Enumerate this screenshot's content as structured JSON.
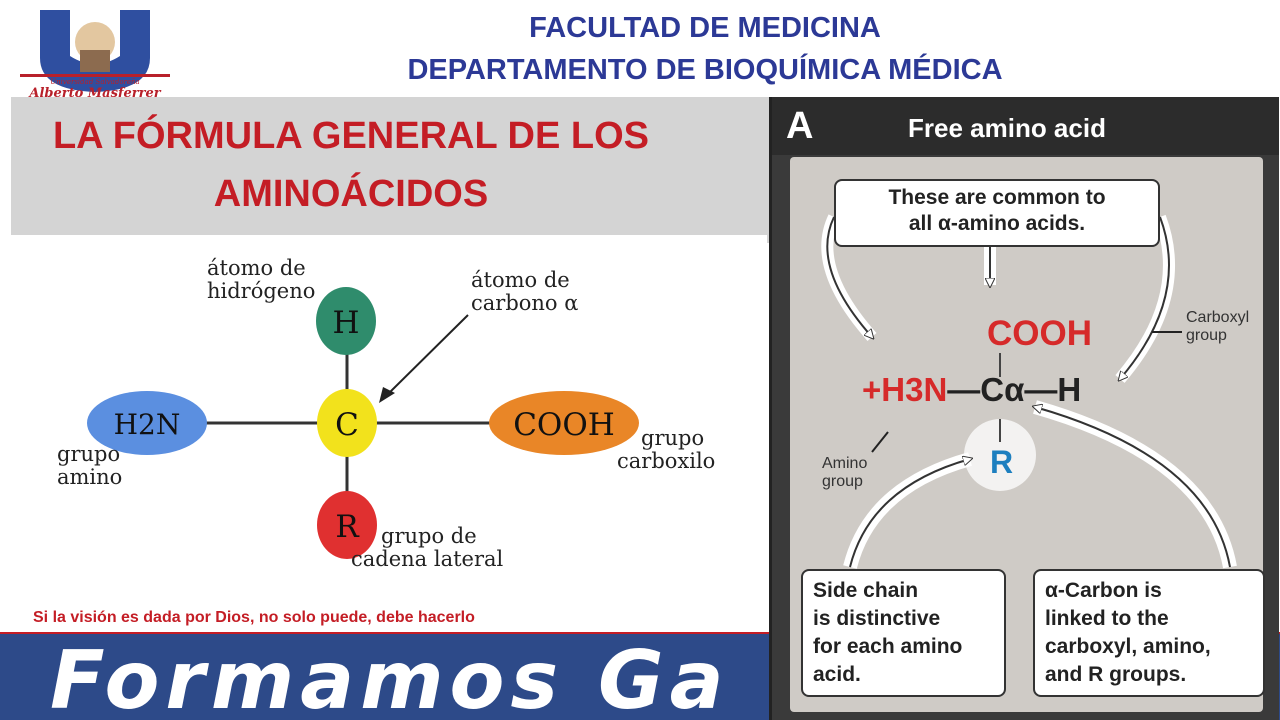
{
  "logo": {
    "university_small": "Universidad Salvadoreña",
    "university_name": "Alberto Masferrer"
  },
  "header": {
    "line1": "FACULTAD DE MEDICINA",
    "line2": "DEPARTAMENTO DE BIOQUÍMICA MÉDICA"
  },
  "title": {
    "line1": "LA FÓRMULA GENERAL DE LOS",
    "line2": "AMINOÁCIDOS"
  },
  "left_diagram": {
    "H": "H",
    "C": "C",
    "H2N": "H2N",
    "COOH": "COOH",
    "R": "R",
    "hydrogen_label_1": "átomo de",
    "hydrogen_label_2": "hidrógeno",
    "carbon_label_1": "átomo de",
    "carbon_label_2": "carbono α",
    "amino_label_1": "grupo",
    "amino_label_2": "amino",
    "carboxyl_label_1": "grupo",
    "carboxyl_label_2": "carboxilo",
    "sidechain_label_1": "grupo de",
    "sidechain_label_2": "cadena lateral"
  },
  "motto": "Si la visión es dada por Dios, no solo puede, debe hacerlo",
  "banner": "Formamos Ga",
  "right_figure": {
    "panel_letter": "A",
    "title": "Free amino acid",
    "top_note_1": "These are common to",
    "top_note_2": "all α-amino acids.",
    "cooh": "COOH",
    "h3n": "+H3N",
    "dash1": "—",
    "calpha": "Cα",
    "dash2": "—",
    "h": "H",
    "r": "R",
    "carboxyl_group_1": "Carboxyl",
    "carboxyl_group_2": "group",
    "amino_group_1": "Amino",
    "amino_group_2": "group",
    "side_chain_note": [
      "Side chain",
      "is distinctive",
      "for each amino",
      "acid."
    ],
    "alpha_carbon_note": [
      "α-Carbon is",
      "linked to the",
      "carboxyl, amino,",
      "and R groups."
    ]
  },
  "colors": {
    "header_blue": "#2c3996",
    "title_red": "#c41d25",
    "banner_blue": "#2d4a89",
    "hydrogen_teal": "#2f8c6c",
    "carbon_yellow": "#f2e21c",
    "amino_blue": "#5b8fe0",
    "carboxyl_orange": "#e98627",
    "r_red": "#e03030"
  }
}
